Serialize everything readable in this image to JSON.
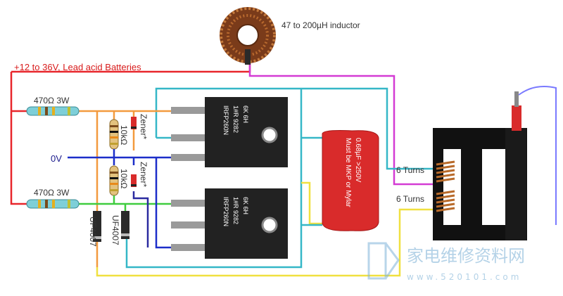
{
  "labels": {
    "inductor": "47 to 200µH inductor",
    "supply": "+12 to 36V, Lead acid Batteries",
    "ground": "0V",
    "resistor_top": "470Ω 3W",
    "resistor_bottom": "470Ω 3W",
    "r10k_top": "10kΩ",
    "r10k_bottom": "10kΩ",
    "zener_top": "Zener*",
    "zener_bottom": "Zener*",
    "diode_left": "UF4007",
    "diode_right": "UF4007",
    "mosfet_top_l1": "IRFP260N",
    "mosfet_top_l2": "1#R  9282",
    "mosfet_top_l3": "6K      6H",
    "mosfet_bot_l1": "IRFP260N",
    "mosfet_bot_l2": "1#R  9282",
    "mosfet_bot_l3": "6K      6H",
    "cap_l1": "0.68µF >250V",
    "cap_l2": "Must be MKP or Mylar",
    "turns_top": "6 Turns",
    "turns_bottom": "6 Turns",
    "watermark_cn": "家电维修资料网",
    "watermark_url": "www.520101.com"
  },
  "colors": {
    "supply": "#e8262b",
    "ground": "#1c2ec9",
    "cyan": "#35b7c7",
    "magenta": "#d43bd4",
    "orange": "#f39a3e",
    "green": "#3fcc3f",
    "yellow": "#f0e040",
    "navy": "#2b2ba0",
    "capacitor": "#d92b2b",
    "mosfet": "#222222",
    "core": "#111111"
  }
}
